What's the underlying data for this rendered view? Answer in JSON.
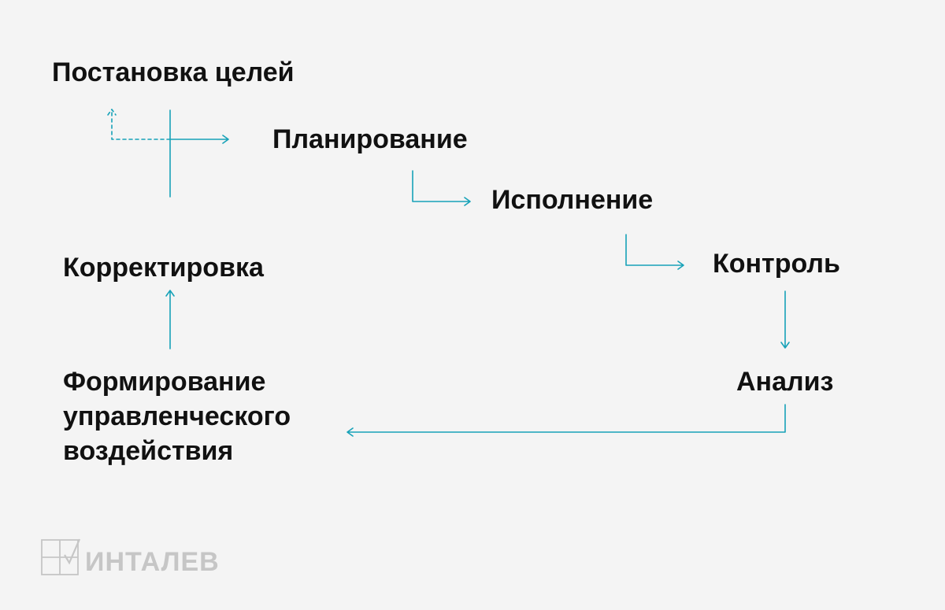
{
  "diagram": {
    "accent_color": "#17a2b8",
    "nodes": {
      "goal_setting": "Постановка целей",
      "planning": "Планирование",
      "execution": "Исполнение",
      "control": "Контроль",
      "analysis": "Анализ",
      "forming": [
        "Формирование",
        "управленческого",
        "воздействия"
      ],
      "correction": "Корректировка"
    }
  },
  "logo": {
    "text": "ИНТАЛЕВ",
    "icon": "grid-check-logo-icon"
  }
}
